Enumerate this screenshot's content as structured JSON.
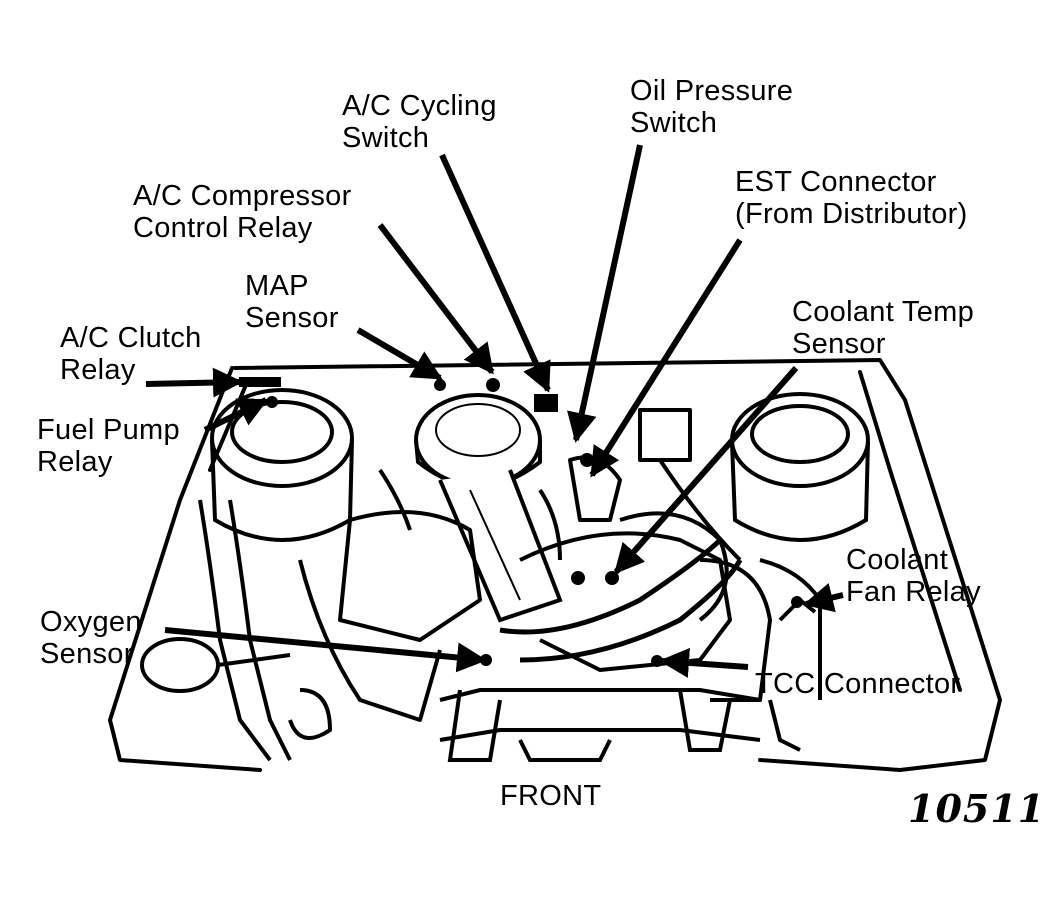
{
  "labels": {
    "ac_cycling_switch": [
      "A/C Cycling",
      "Switch"
    ],
    "oil_pressure_switch": [
      "Oil Pressure",
      "Switch"
    ],
    "ac_compressor_control_relay": [
      "A/C Compressor",
      "Control Relay"
    ],
    "est_connector": [
      "EST Connector",
      "(From Distributor)"
    ],
    "map_sensor": [
      "MAP",
      "Sensor"
    ],
    "coolant_temp_sensor": [
      "Coolant Temp",
      "Sensor"
    ],
    "ac_clutch_relay": [
      "A/C Clutch",
      "Relay"
    ],
    "fuel_pump_relay": [
      "Fuel Pump",
      "Relay"
    ],
    "coolant_fan_relay": [
      "Coolant",
      "Fan Relay"
    ],
    "oxygen_sensor": [
      "Oxygen",
      "Sensor"
    ],
    "tcc_connector": [
      "TCC Connector"
    ],
    "front": "FRONT"
  },
  "figure_number": "10511",
  "colors": {
    "ink": "#000000",
    "paper": "#ffffff"
  }
}
